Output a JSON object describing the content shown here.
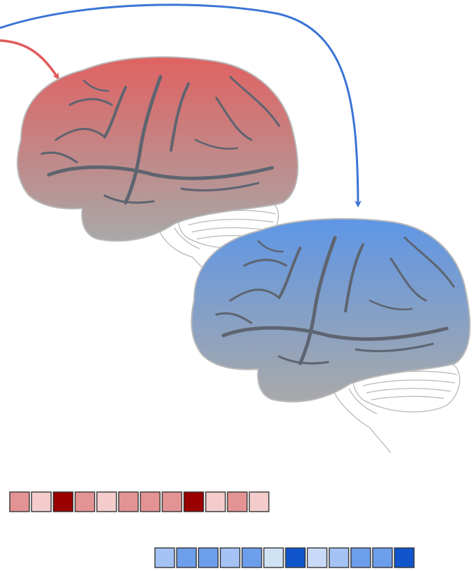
{
  "colors": {
    "red_arrow": "#e05a5a",
    "blue_arrow": "#3a74d6",
    "red_top": "#e06262",
    "red_bottom": "#a8a8a8",
    "blue_top": "#5e96e6",
    "blue_bottom": "#a9a9a9",
    "sulci": "#5e6470",
    "outline": "#b8b8b8"
  },
  "brains": [
    {
      "name": "brain-red",
      "gradient": "red"
    },
    {
      "name": "brain-blue",
      "gradient": "blue"
    }
  ],
  "red_vector": {
    "cells": [
      "#e39393",
      "#f4cccc",
      "#990000",
      "#e39393",
      "#f4cccc",
      "#e39393",
      "#e39393",
      "#e39393",
      "#990000",
      "#f4cccc",
      "#e39393",
      "#f4cccc"
    ]
  },
  "blue_vector": {
    "cells": [
      "#a4c2f4",
      "#6d9eeb",
      "#6d9eeb",
      "#a4c2f4",
      "#6d9eeb",
      "#cfe2f3",
      "#1155cc",
      "#c9daf8",
      "#a4c2f4",
      "#6d9eeb",
      "#6d9eeb",
      "#1155cc"
    ]
  }
}
